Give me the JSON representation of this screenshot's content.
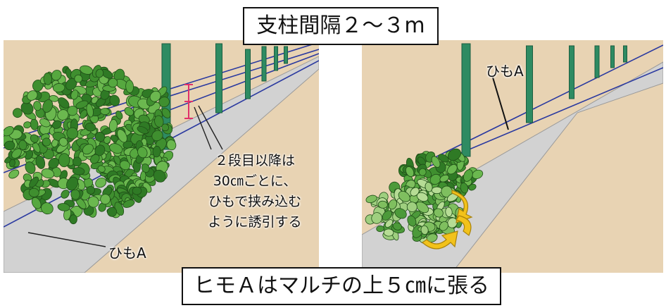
{
  "title": "支柱間隔２～３m",
  "bottom_note": "ヒモＡはマルチの上５㎝に張る",
  "left_panel": {
    "string_label": "ひもA",
    "instruction_lines": [
      "２段目以降は",
      "30㎝ごとに、",
      "ひもで挟み込む",
      "ように誘引する"
    ]
  },
  "right_panel": {
    "string_label": "ひもA"
  },
  "colors": {
    "ground": "#e8d3b3",
    "mulch": "#d2d2d2",
    "post": "#2e8b62",
    "string": "#2b3aa0",
    "leaf": "#4c9a3a",
    "arrow": "#f2c21b",
    "spacing_mark": "#e0306a"
  }
}
